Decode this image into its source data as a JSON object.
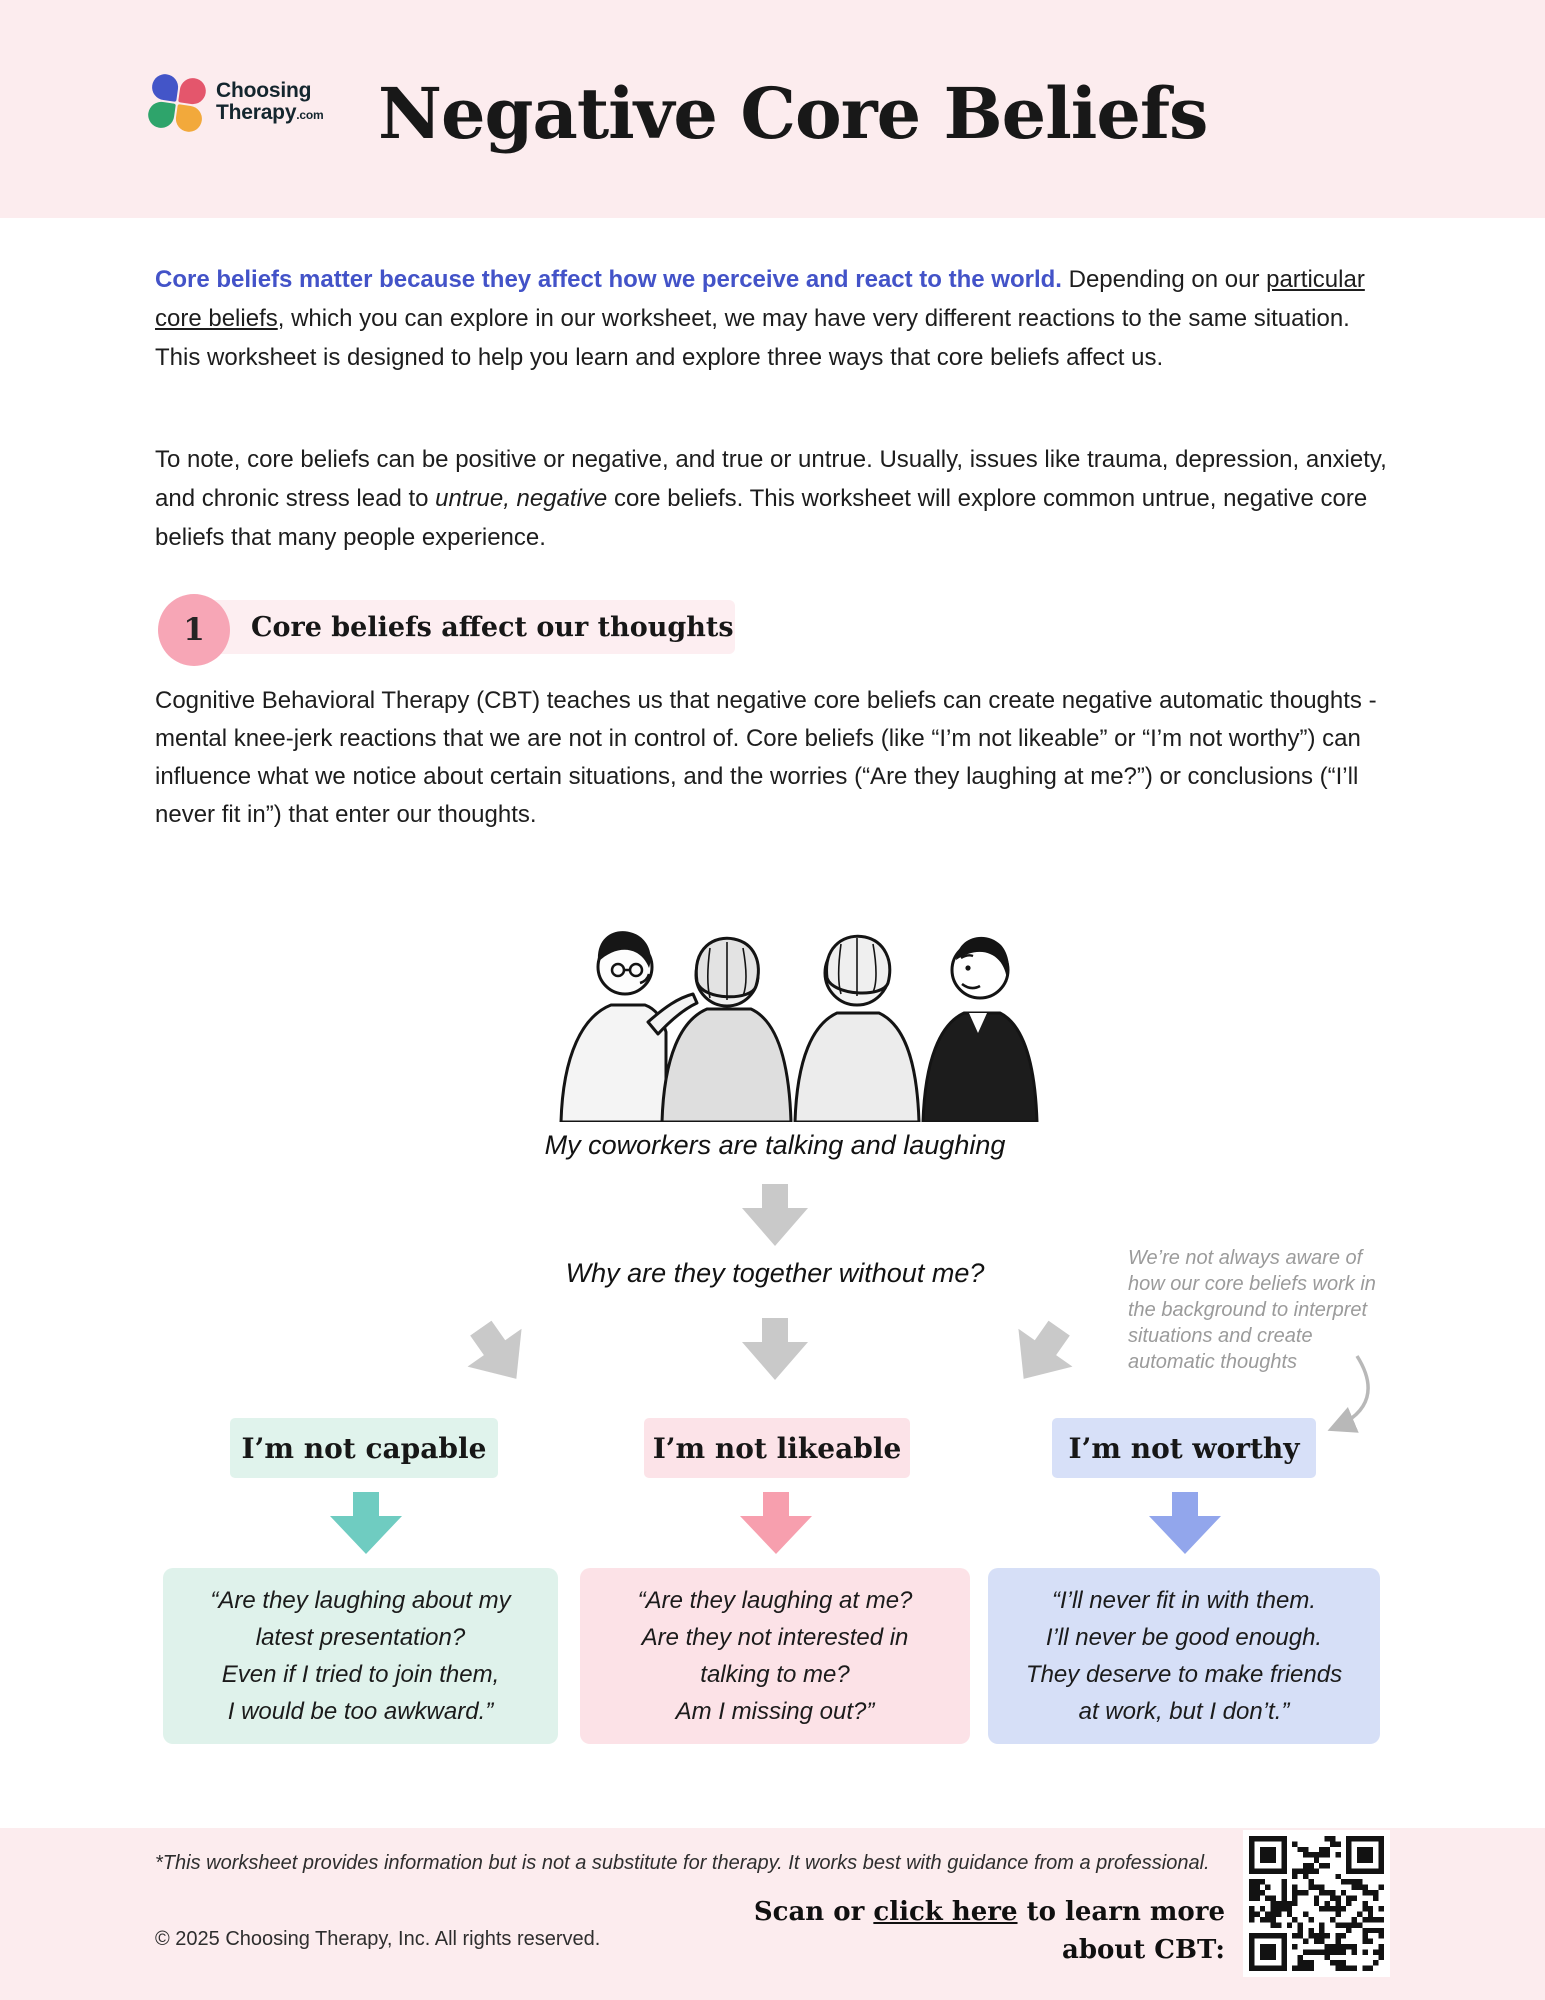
{
  "colors": {
    "header_bg": "#fcecee",
    "accent_blue": "#4353c8",
    "section_band_pink": "#fdeef1",
    "section_circle_pink": "#f7a6b6",
    "gray_arrow": "#c9c9c9",
    "mint_bg": "#e0f3ec",
    "pink_bg": "#fce3e8",
    "periwinkle_bg": "#d7e0f8",
    "teal_arrow": "#6fccc1",
    "pink_arrow": "#f79fae",
    "periwinkle_arrow": "#92a6ec"
  },
  "header": {
    "logo_line1": "Choosing",
    "logo_line2": "Therapy",
    "logo_tld": ".com",
    "title": "Negative Core Beliefs"
  },
  "intro": {
    "p1_lead": "Core beliefs matter because they affect how we perceive and react to the world.",
    "p1_a": " Depending on our ",
    "p1_link": "particular core beliefs",
    "p1_b": ", which you can explore in our worksheet, we may have very different reactions to the same situation. This worksheet is designed to help you learn and explore three ways that core beliefs affect us.",
    "p2_a": "To note, core beliefs can be positive or negative, and true or untrue. Usually, issues like trauma, depression, anxiety, and chronic stress lead to ",
    "p2_em": "untrue, negative",
    "p2_b": " core beliefs. This worksheet will explore common untrue, negative core beliefs that many people experience."
  },
  "section1": {
    "number": "1",
    "heading": "Core beliefs affect our thoughts",
    "body": "Cognitive Behavioral Therapy (CBT) teaches us that negative core beliefs can create negative automatic thoughts - mental knee-jerk reactions that we are not in control of. Core beliefs (like “I’m not likeable” or “I’m not worthy”) can influence what we notice about certain situations, and the worries (“Are they laughing at me?”) or conclusions (“I’ll never fit in”) that enter our thoughts."
  },
  "diagram": {
    "caption": "My coworkers are talking and laughing",
    "question": "Why are they together without me?",
    "side_note": [
      "We’re not always aware of",
      "how our core beliefs work in",
      "the background to interpret",
      "situations and create",
      "automatic thoughts"
    ],
    "beliefs": [
      {
        "label": "I’m not capable",
        "quote": [
          "“Are they laughing about my",
          "latest presentation?",
          "Even if I tried to join them,",
          "I would be too awkward.”"
        ]
      },
      {
        "label": "I’m not likeable",
        "quote": [
          "“Are they laughing at me?",
          "Are they not interested in",
          "talking to me?",
          "Am I missing out?”"
        ]
      },
      {
        "label": "I’m not worthy",
        "quote": [
          "“I’ll never fit in with them.",
          "I’ll never be good enough.",
          "They deserve to make friends",
          "at work, but I don’t.”"
        ]
      }
    ]
  },
  "footer": {
    "disclaimer": "*This worksheet provides information but is not a substitute for therapy. It works best with guidance from a professional.",
    "copyright": "© 2025 Choosing Therapy, Inc. All rights reserved.",
    "scan_a": "Scan or ",
    "scan_link": "click here",
    "scan_b": " to learn more",
    "scan_line2": "about CBT:"
  }
}
